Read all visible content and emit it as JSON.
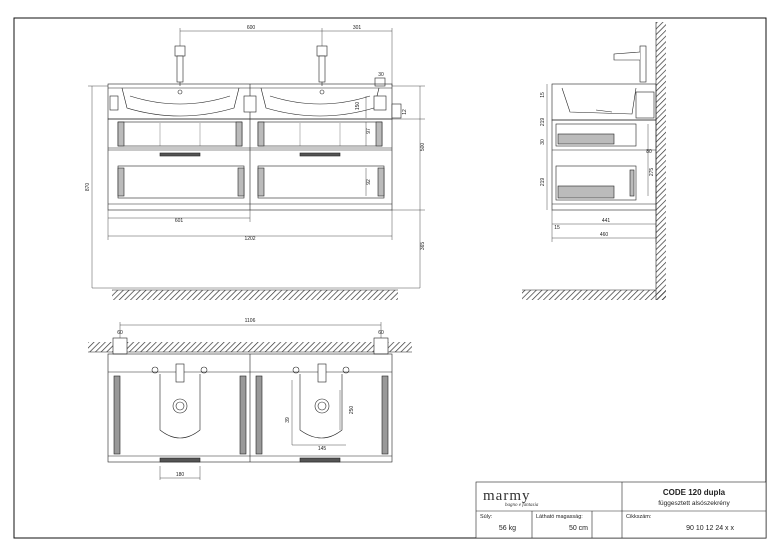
{
  "drawing": {
    "front_view": {
      "dims": {
        "tap_spacing": "600",
        "tap_offset": "301",
        "wall_bracket": "30",
        "top_offset": "12",
        "basin_depth": "150",
        "drawer_1": "97",
        "drawer_2": "92",
        "cabinet_height": "500",
        "total_height": "870",
        "lower_height": "365",
        "drawer_width": "601",
        "total_width": "1202"
      }
    },
    "side_view": {
      "dims": {
        "top": "15",
        "upper_drawer": "219",
        "gap": "30",
        "lower_drawer": "219",
        "inner_1": "80",
        "inner_2": "275",
        "base": "15",
        "inner_depth": "441",
        "total_depth": "460"
      }
    },
    "top_view": {
      "dims": {
        "bracket_span": "1106",
        "bracket_left": "60",
        "bracket_right": "60",
        "basin_length": "250",
        "basin_offset": "39",
        "drain_width": "145",
        "handle_width": "180"
      }
    }
  },
  "title_block": {
    "logo": "marmy",
    "logo_tagline": "bagno e fantasia",
    "product_title": "CODE 120 dupla",
    "product_subtitle": "függesztett alsószekrény",
    "weight_label": "Súly:",
    "weight_value": "56 kg",
    "visible_height_label": "Látható magasság:",
    "visible_height_value": "50 cm",
    "article_label": "Cikkszám:",
    "article_value": "90 10 12 24 x x"
  }
}
